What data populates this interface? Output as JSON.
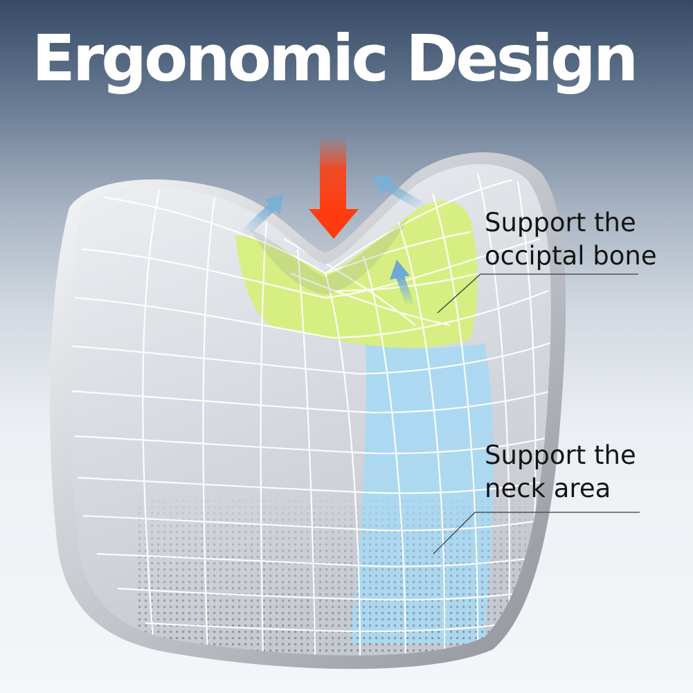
{
  "headline": "Ergonomic Design",
  "callouts": {
    "occipital": {
      "line1": "Support the",
      "line2": "occiptal bone"
    },
    "neck": {
      "line1": "Support the",
      "line2": "neck area"
    }
  },
  "colors": {
    "pressure_arrow": "#ff3c0f",
    "support_arrows": "#7ab0d6",
    "occipital_zone": "#d6f07a",
    "neck_zone": "#a9d8f3",
    "pillow": "#dcdfe4",
    "grid_lines": "#ffffff",
    "leader_lines": "#3a3a3a"
  },
  "icons": {
    "pressure": "arrow-down-icon",
    "support": "arrow-up-icon"
  }
}
